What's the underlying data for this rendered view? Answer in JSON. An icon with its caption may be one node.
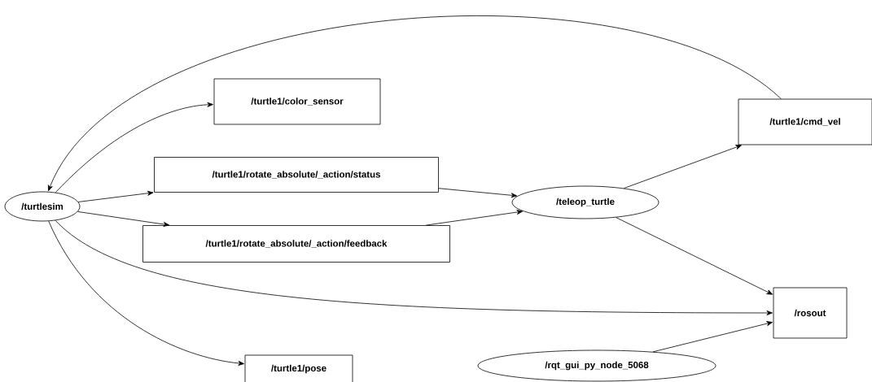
{
  "diagram": {
    "nodes": [
      {
        "text": [
          "/turtlesim"
        ]
      },
      {
        "text": [
          "/turtle1/color_sensor"
        ]
      },
      {
        "text": [
          "/turtle1/rotate_absolute/_action/status"
        ]
      },
      {
        "text": [
          "/turtle1/rotate_absolute/_action/feedback"
        ]
      },
      {
        "text": [
          "/teleop_turtle"
        ]
      },
      {
        "text": [
          "/turtle1/cmd_vel"
        ]
      },
      {
        "text": [
          "/rosout"
        ]
      },
      {
        "text": [
          "/turtle1/pose"
        ]
      },
      {
        "text": [
          "/rqt_gui_py_node_5068"
        ]
      }
    ],
    "edges": [
      {
        "from": 0,
        "to": 1,
        "arrow": "to"
      },
      {
        "from": 0,
        "to": 2,
        "arrow": "to"
      },
      {
        "from": 0,
        "to": 3,
        "arrow": "to"
      },
      {
        "from": 0,
        "to": 6,
        "arrow": "to"
      },
      {
        "from": 0,
        "to": 7,
        "arrow": "to"
      },
      {
        "from": 2,
        "to": 4,
        "arrow": "to"
      },
      {
        "from": 3,
        "to": 4,
        "arrow": "to"
      },
      {
        "from": 4,
        "to": 5,
        "arrow": "to"
      },
      {
        "from": 4,
        "to": 6,
        "arrow": "to"
      },
      {
        "from": 8,
        "to": 6,
        "arrow": "to"
      },
      {
        "from": 5,
        "to": 0,
        "arrow": "to"
      }
    ]
  }
}
